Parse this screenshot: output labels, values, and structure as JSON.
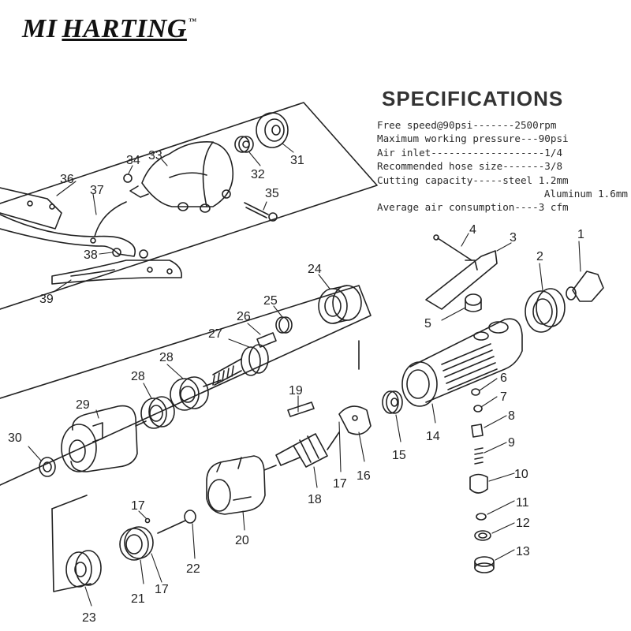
{
  "brand": {
    "part1": "MI",
    "part2": "HARTING",
    "tm": "™"
  },
  "specifications": {
    "title": "SPECIFICATIONS",
    "lines": [
      "Free speed@90psi-------2500rpm",
      "Maximum working pressure---90psi",
      "Air inlet-------------------1/4",
      "Recommended hose size-------3/8",
      "Cutting capacity-----steel 1.2mm",
      "Aluminum 1.6mm",
      "Average air consumption----3 cfm"
    ]
  },
  "part_labels": {
    "p1": "1",
    "p2": "2",
    "p3": "3",
    "p4": "4",
    "p5": "5",
    "p6": "6",
    "p7": "7",
    "p8": "8",
    "p9": "9",
    "p10": "10",
    "p11": "11",
    "p12": "12",
    "p13": "13",
    "p14": "14",
    "p15": "15",
    "p16": "16",
    "p17a": "17",
    "p17b": "17",
    "p17c": "17",
    "p18": "18",
    "p19": "19",
    "p20": "20",
    "p21": "21",
    "p22": "22",
    "p23": "23",
    "p24": "24",
    "p25": "25",
    "p26": "26",
    "p27": "27",
    "p28a": "28",
    "p28b": "28",
    "p29": "29",
    "p30": "30",
    "p31": "31",
    "p32": "32",
    "p33": "33",
    "p34": "34",
    "p35": "35",
    "p36": "36",
    "p37": "37",
    "p38": "38",
    "p39": "39"
  }
}
